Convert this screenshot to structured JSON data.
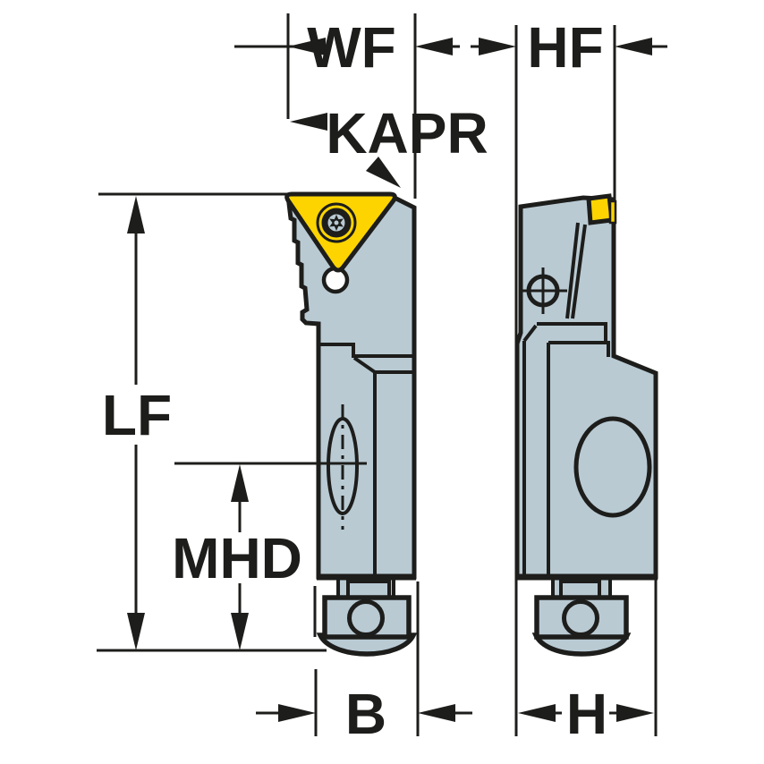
{
  "diagram": {
    "kind": "tool-holder-dimension-drawing",
    "labels": {
      "wf": "WF",
      "hf": "HF",
      "kapr": "KAPR",
      "lf": "LF",
      "mhd": "MHD",
      "b": "B",
      "h": "H"
    },
    "colors": {
      "line": "#1d1d1b",
      "body_fill": "#b9cad3",
      "insert_fill": "#fdd400",
      "background": "#ffffff"
    }
  }
}
